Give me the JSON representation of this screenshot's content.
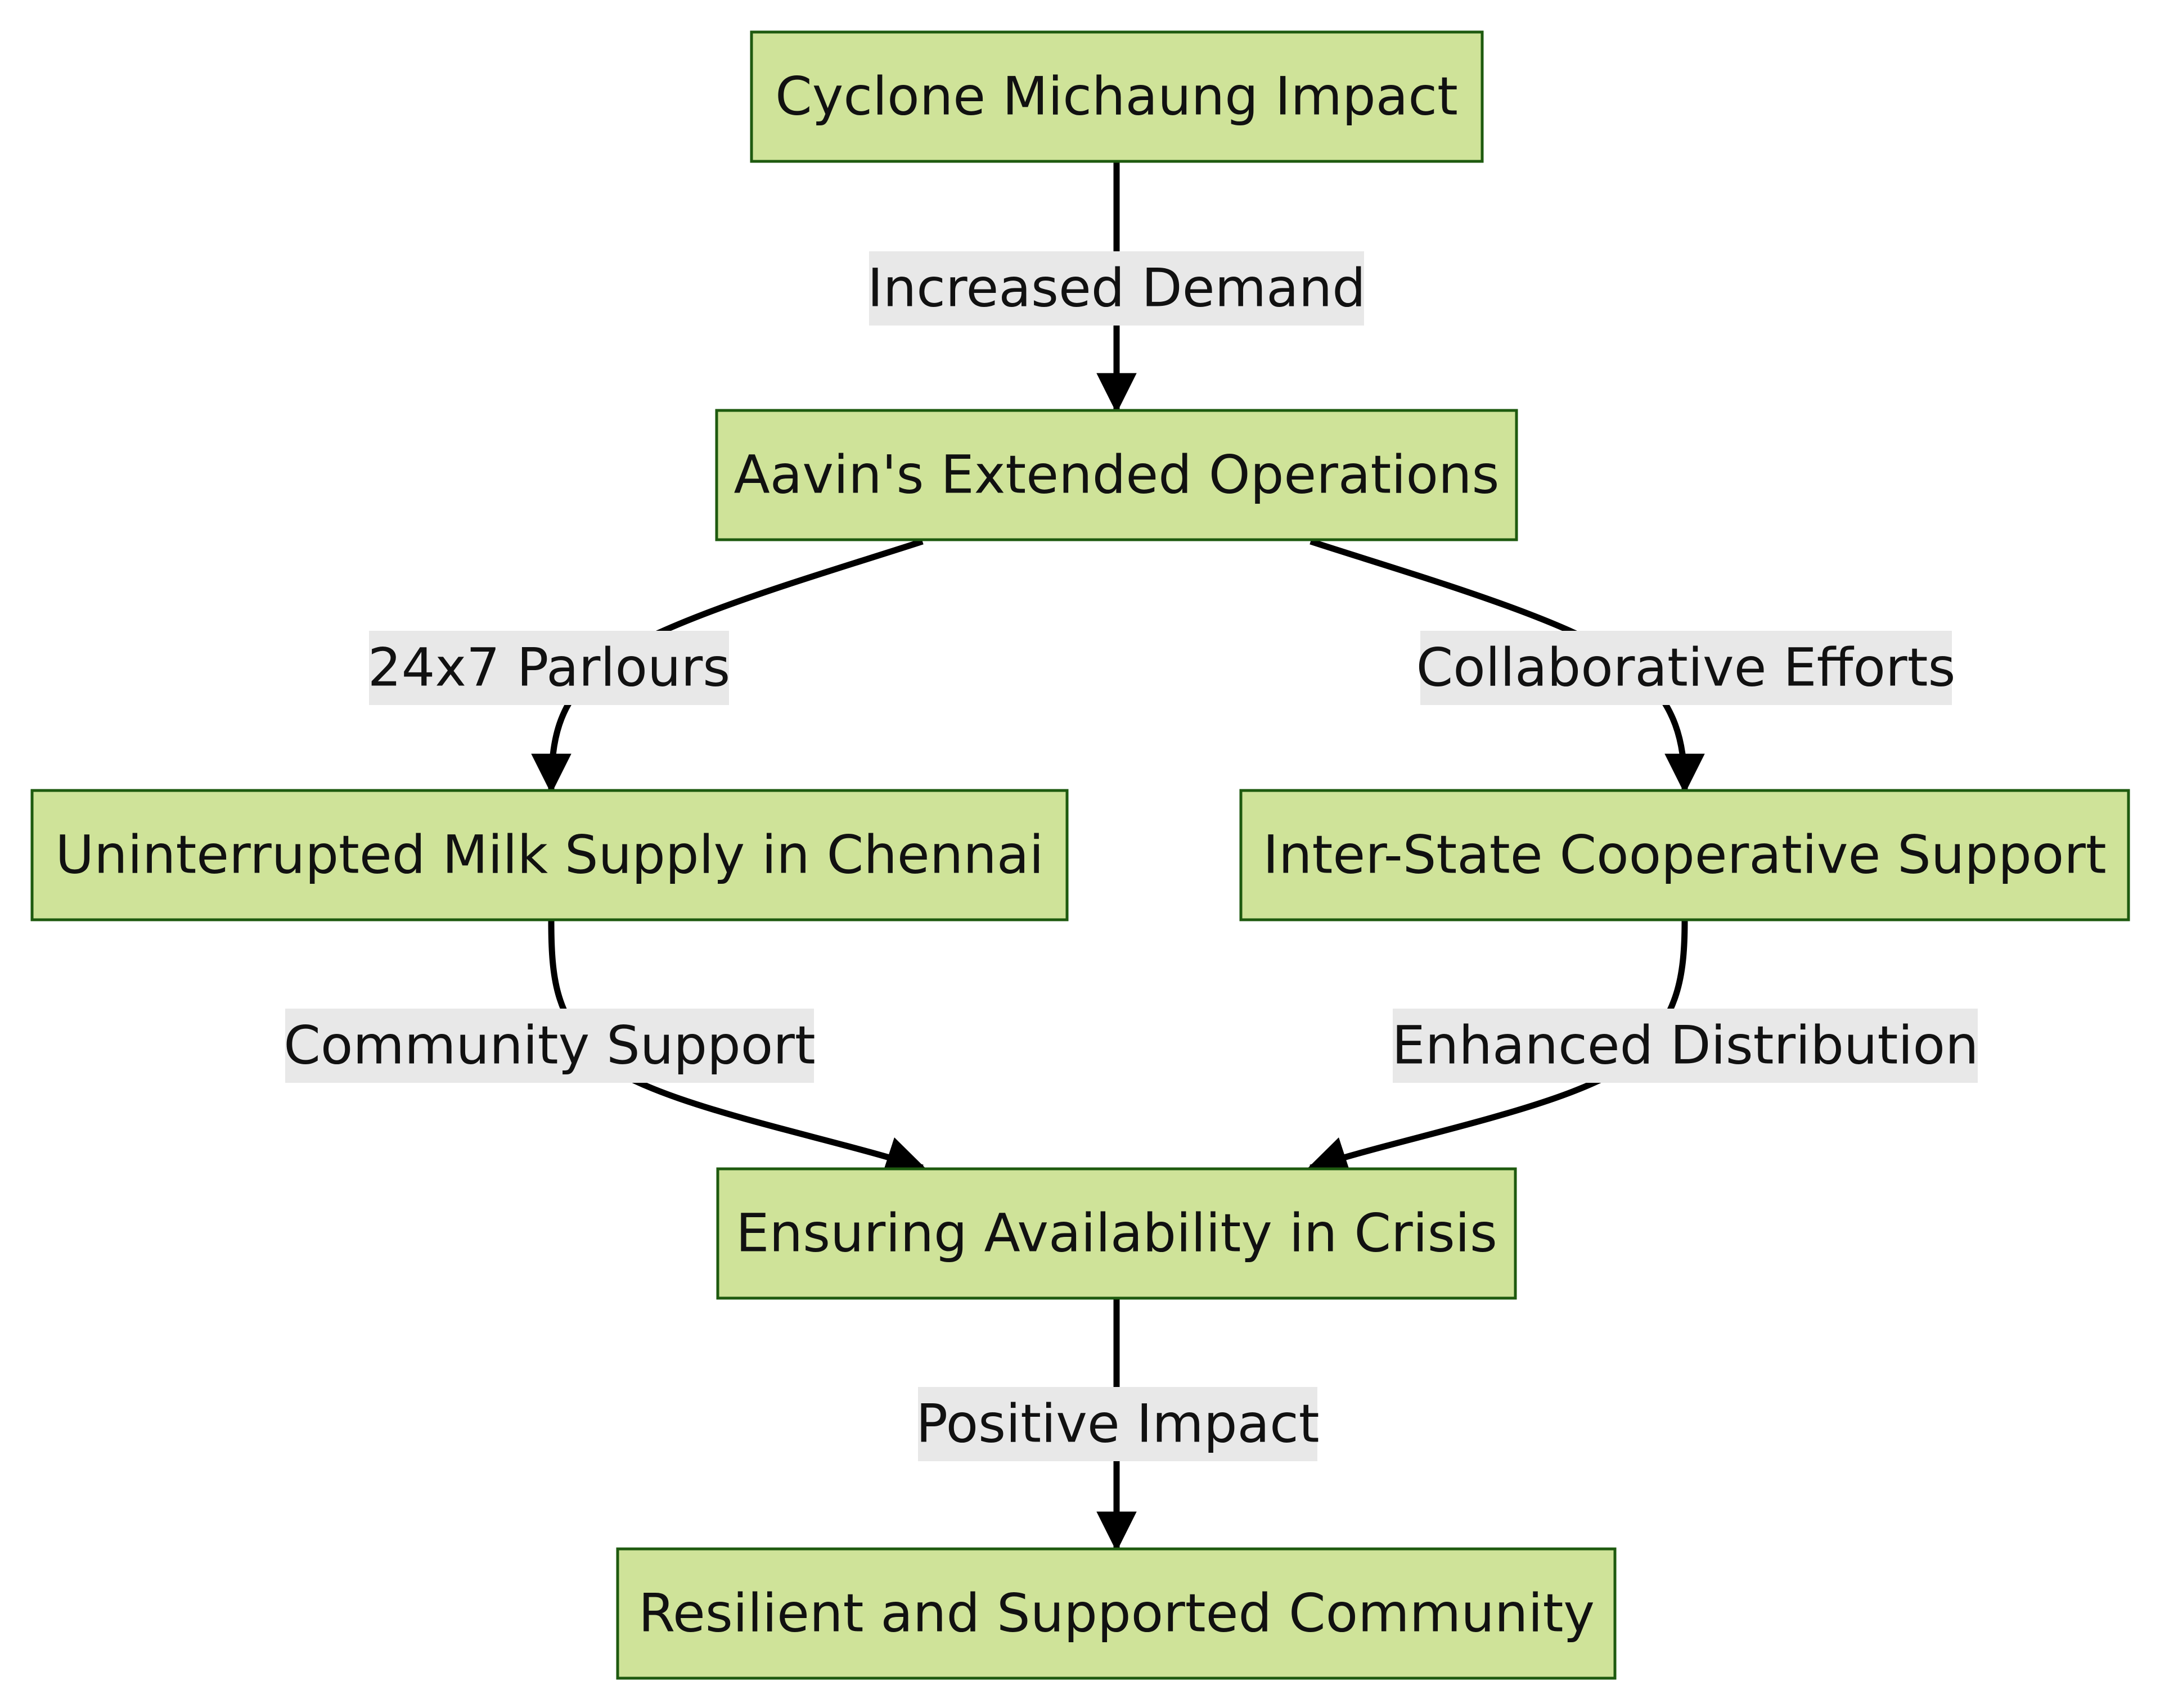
{
  "diagram": {
    "type": "flowchart",
    "direction": "top-to-bottom",
    "colors": {
      "node_fill": "#cfe399",
      "node_stroke": "#1e5a0f",
      "edge": "#000000",
      "label_bg": "#e8e8e8"
    },
    "nodes": [
      {
        "id": "cyclone",
        "label": "Cyclone Michaung Impact"
      },
      {
        "id": "aavin",
        "label": "Aavin's Extended Operations"
      },
      {
        "id": "supply",
        "label": "Uninterrupted Milk Supply in Chennai"
      },
      {
        "id": "interstate",
        "label": "Inter-State Cooperative Support"
      },
      {
        "id": "availability",
        "label": "Ensuring Availability in Crisis"
      },
      {
        "id": "community",
        "label": "Resilient and Supported Community"
      }
    ],
    "edges": [
      {
        "from": "cyclone",
        "to": "aavin",
        "label": "Increased Demand"
      },
      {
        "from": "aavin",
        "to": "supply",
        "label": "24x7 Parlours"
      },
      {
        "from": "aavin",
        "to": "interstate",
        "label": "Collaborative Efforts"
      },
      {
        "from": "supply",
        "to": "availability",
        "label": "Community Support"
      },
      {
        "from": "interstate",
        "to": "availability",
        "label": "Enhanced Distribution"
      },
      {
        "from": "availability",
        "to": "community",
        "label": "Positive Impact"
      }
    ]
  }
}
